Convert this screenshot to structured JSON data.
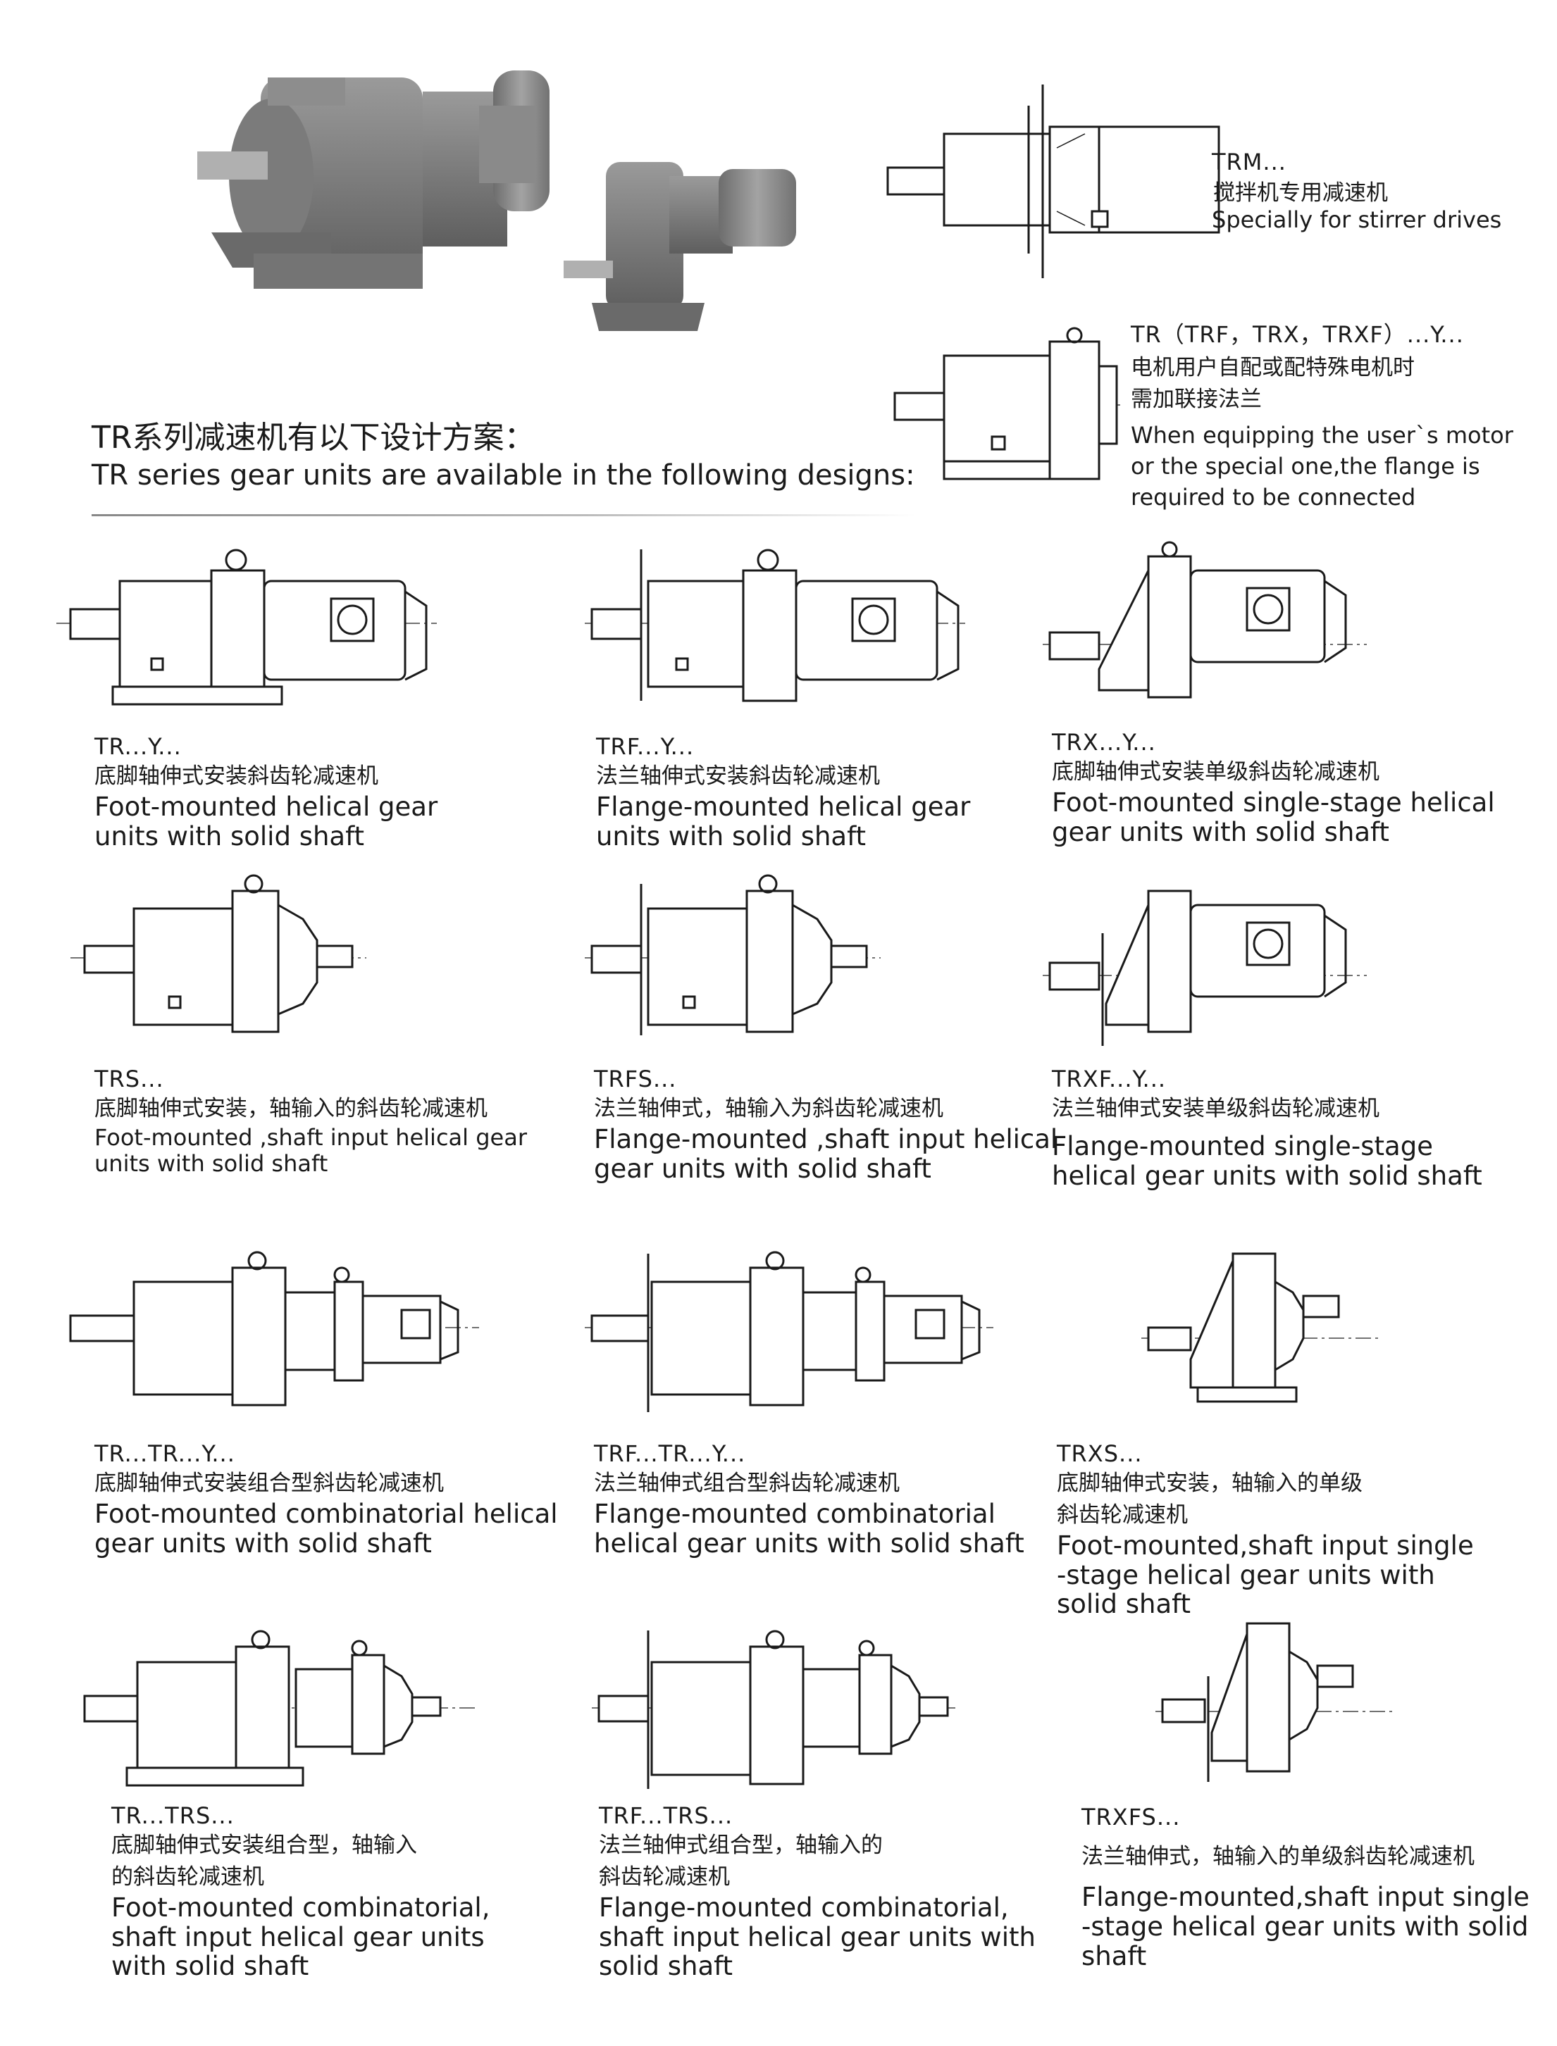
{
  "top": {
    "trm": {
      "code": "TRM...",
      "cn": "搅拌机专用减速机",
      "en": "Specially for stirrer drives"
    },
    "try": {
      "code": "TR（TRF，TRX，TRXF）...Y...",
      "cn": [
        "电机用户自配或配特殊电机时",
        "需加联接法兰"
      ],
      "en": [
        "When equipping the user`s motor",
        "or the special one,the flange is",
        "required to be connected"
      ]
    }
  },
  "heading": {
    "cn": "TR系列减速机有以下设计方案：",
    "en": "TR series gear units are available in the following designs:"
  },
  "items": [
    {
      "code": "TR...Y...",
      "cn": [
        "底脚轴伸式安装斜齿轮减速机"
      ],
      "en": [
        "Foot-mounted helical gear",
        "units with solid shaft"
      ]
    },
    {
      "code": "TRF...Y...",
      "cn": [
        "法兰轴伸式安装斜齿轮减速机"
      ],
      "en": [
        "Flange-mounted helical gear",
        "units with solid shaft"
      ]
    },
    {
      "code": "TRX...Y...",
      "cn": [
        "底脚轴伸式安装单级斜齿轮减速机"
      ],
      "en": [
        "Foot-mounted single-stage helical",
        " gear units with solid shaft"
      ]
    },
    {
      "code": "TRS...",
      "cn": [
        "底脚轴伸式安装，轴输入的斜齿轮减速机"
      ],
      "en": [
        "Foot-mounted ,shaft input helical gear",
        "units with solid shaft"
      ]
    },
    {
      "code": "TRFS...",
      "cn": [
        "法兰轴伸式，轴输入为斜齿轮减速机"
      ],
      "en": [
        "Flange-mounted ,shaft input helical",
        "gear units with solid shaft"
      ]
    },
    {
      "code": "TRXF...Y...",
      "cn": [
        "法兰轴伸式安装单级斜齿轮减速机"
      ],
      "en": [
        "Flange-mounted single-stage",
        "helical gear units with solid shaft"
      ]
    },
    {
      "code": "TR...TR...Y...",
      "cn": [
        "底脚轴伸式安装组合型斜齿轮减速机"
      ],
      "en": [
        "Foot-mounted combinatorial helical",
        "gear units with solid shaft"
      ]
    },
    {
      "code": "TRF...TR...Y...",
      "cn": [
        "法兰轴伸式组合型斜齿轮减速机"
      ],
      "en": [
        "Flange-mounted combinatorial",
        "helical gear units with solid shaft"
      ]
    },
    {
      "code": "TRXS...",
      "cn": [
        "底脚轴伸式安装，轴输入的单级",
        "斜齿轮减速机"
      ],
      "en": [
        "Foot-mounted,shaft input single",
        "-stage  helical gear units with",
        "solid shaft"
      ]
    },
    {
      "code": "TR...TRS...",
      "cn": [
        "底脚轴伸式安装组合型，轴输入",
        "的斜齿轮减速机"
      ],
      "en": [
        "Foot-mounted combinatorial,",
        "shaft input helical gear units",
        "with solid shaft"
      ]
    },
    {
      "code": "TRF...TRS...",
      "cn": [
        "法兰轴伸式组合型，轴输入的",
        "斜齿轮减速机"
      ],
      "en": [
        "Flange-mounted combinatorial,",
        "shaft input helical gear units with",
        " solid shaft"
      ]
    },
    {
      "code": "TRXFS...",
      "cn": [
        "法兰轴伸式，轴输入的单级斜齿轮减速机"
      ],
      "en": [
        "Flange-mounted,shaft input single",
        "-stage  helical gear units with solid",
        "shaft"
      ]
    }
  ]
}
